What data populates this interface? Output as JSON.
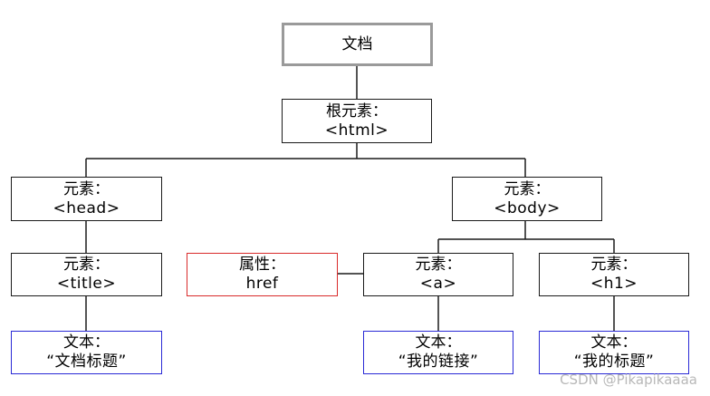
{
  "nodes": {
    "document": {
      "line1": "文档"
    },
    "root": {
      "line1": "根元素：",
      "line2": "<html>"
    },
    "head": {
      "line1": "元素：",
      "line2": "<head>"
    },
    "body": {
      "line1": "元素：",
      "line2": "<body>"
    },
    "title": {
      "line1": "元素：",
      "line2": "<title>"
    },
    "attribute": {
      "line1": "属性：",
      "line2": "href"
    },
    "a": {
      "line1": "元素：",
      "line2": "<a>"
    },
    "h1": {
      "line1": "元素：",
      "line2": "<h1>"
    },
    "text_title": {
      "line1": "文本：",
      "line2": "“文档标题”"
    },
    "text_link": {
      "line1": "文本：",
      "line2": "“我的链接”"
    },
    "text_h1": {
      "line1": "文本：",
      "line2": "“我的标题”"
    }
  },
  "watermark": "CSDN @Pikapikaaaa"
}
